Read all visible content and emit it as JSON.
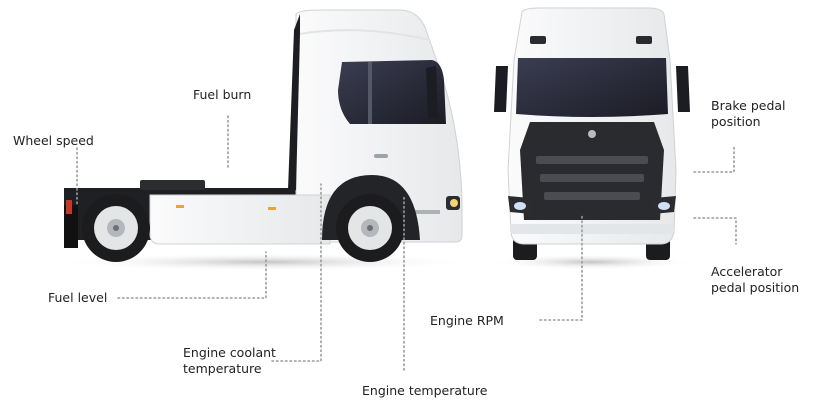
{
  "labels": {
    "wheel_speed": "Wheel speed",
    "fuel_burn": "Fuel burn",
    "fuel_level": "Fuel level",
    "engine_coolant_1": "Engine coolant",
    "engine_coolant_2": "temperature",
    "engine_temperature": "Engine temperature",
    "engine_rpm": "Engine RPM",
    "brake_pedal_1": "Brake pedal",
    "brake_pedal_2": "position",
    "accelerator_pedal_1": "Accelerator",
    "accelerator_pedal_2": "pedal position"
  },
  "colors": {
    "cab_body": "#f4f5f6",
    "cab_shadow": "#d9dcdf",
    "window": "#2e2f3d",
    "chassis": "#1f2023",
    "tire": "#1c1c1e",
    "rim": "#e3e5e7",
    "grille": "#2a2b2e",
    "leader_line": "#9a9a9a",
    "ground_shadow": "#c9c9c9"
  }
}
